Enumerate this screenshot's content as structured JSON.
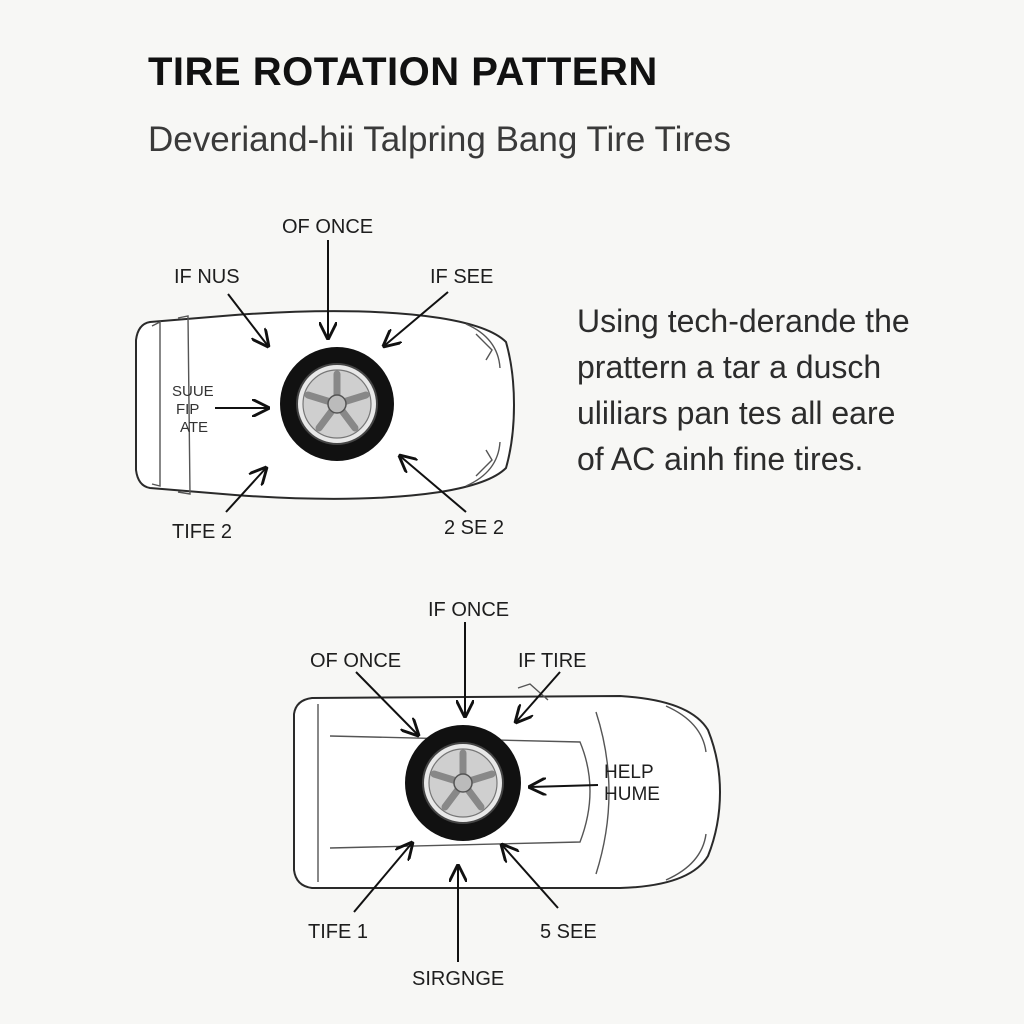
{
  "title": "TIRE ROTATION PATTERN",
  "subtitle": "Deveriand-hii Talpring Bang Tire Tires",
  "description": [
    "Using tech-derande the",
    "prattern a tar a dusch",
    "uliliars pan tes all eare",
    "of AC ainh fine tires."
  ],
  "diagram1": {
    "labels": {
      "top": "OF ONCE",
      "top_left": "IF NUS",
      "top_right": "IF SEE",
      "left_1": "SUUE",
      "left_2": "FIP",
      "left_3": "ATE",
      "bottom_left": "TIFE 2",
      "bottom_right": "2 SE 2"
    }
  },
  "diagram2": {
    "labels": {
      "top": "IF ONCE",
      "top_left": "OF ONCE",
      "top_right": "IF TIRE",
      "right_1": "HELP",
      "right_2": "HUME",
      "bottom_left": "TIFE 1",
      "bottom_right": "5 SEE",
      "bottom": "SIRGNGE"
    }
  }
}
